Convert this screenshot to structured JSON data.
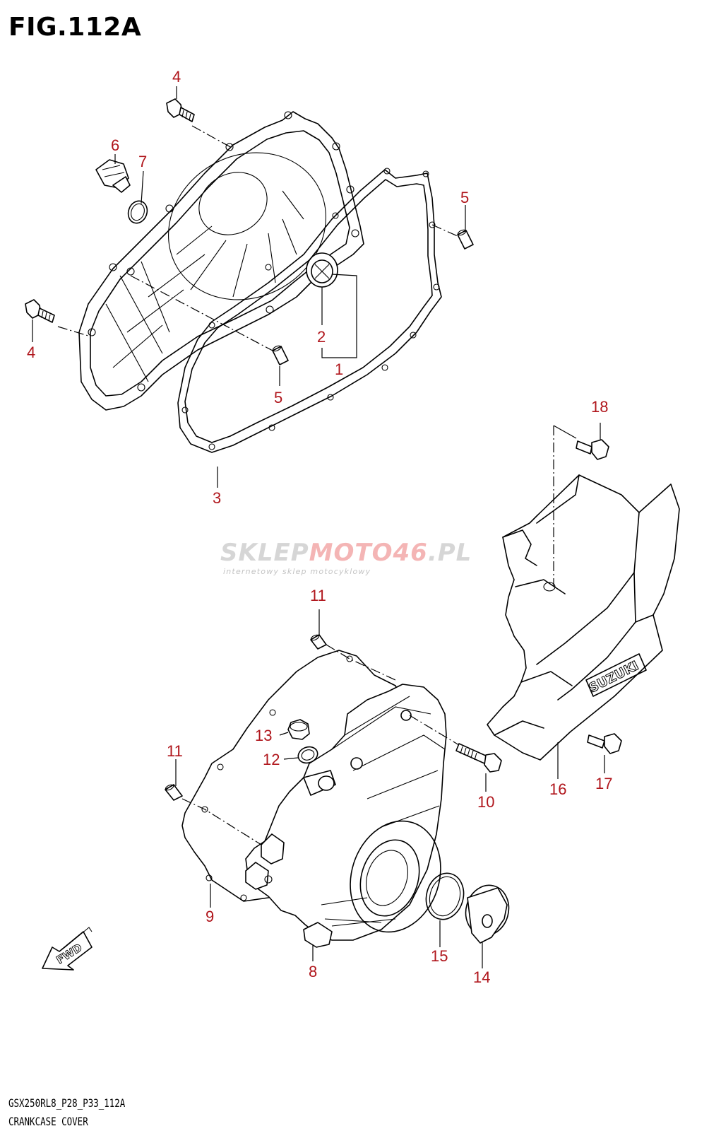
{
  "figure": {
    "title": "FIG.112A"
  },
  "watermark": {
    "brand_part1": "SKLEP",
    "brand_part2": "MOTO",
    "brand_part3": "46",
    "brand_part4": ".PL",
    "tagline": "internetowy sklep motocyklowy"
  },
  "footer": {
    "model_code": "GSX250RL8_P28_P33_112A",
    "caption": "CRANKCASE COVER"
  },
  "emblem_text": "SUZUKI",
  "fwd_text": "FWD",
  "labels": [
    {
      "id": "l4a",
      "text": "4"
    },
    {
      "id": "l6",
      "text": "6"
    },
    {
      "id": "l7",
      "text": "7"
    },
    {
      "id": "l5a",
      "text": "5"
    },
    {
      "id": "l4b",
      "text": "4"
    },
    {
      "id": "l2",
      "text": "2"
    },
    {
      "id": "l1",
      "text": "1"
    },
    {
      "id": "l5b",
      "text": "5"
    },
    {
      "id": "l3",
      "text": "3"
    },
    {
      "id": "l18",
      "text": "18"
    },
    {
      "id": "l11a",
      "text": "11"
    },
    {
      "id": "l13",
      "text": "13"
    },
    {
      "id": "l12",
      "text": "12"
    },
    {
      "id": "l11b",
      "text": "11"
    },
    {
      "id": "l10",
      "text": "10"
    },
    {
      "id": "l16",
      "text": "16"
    },
    {
      "id": "l17",
      "text": "17"
    },
    {
      "id": "l9",
      "text": "9"
    },
    {
      "id": "l15",
      "text": "15"
    },
    {
      "id": "l14",
      "text": "14"
    },
    {
      "id": "l8",
      "text": "8"
    }
  ],
  "colors": {
    "label": "#b0161c",
    "line": "#000000",
    "watermark_accent": "#eb7878"
  }
}
